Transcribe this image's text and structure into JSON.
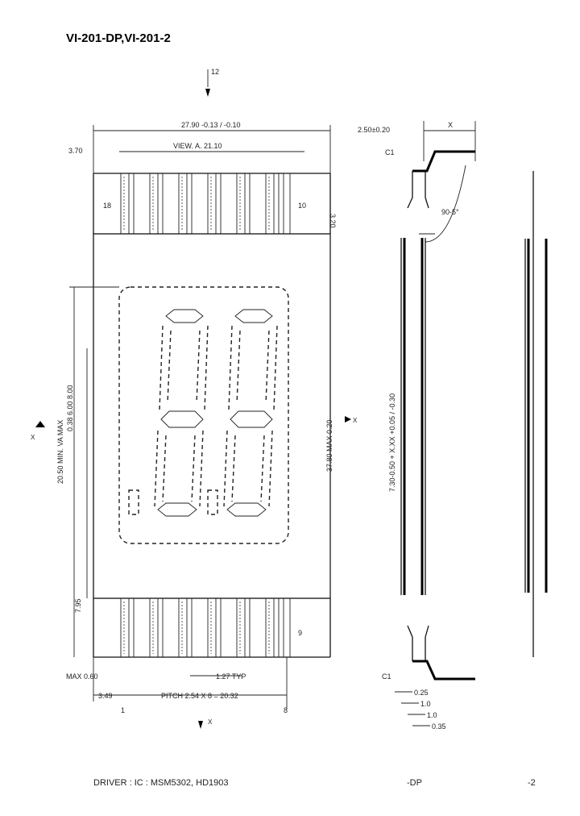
{
  "title": "VI-201-DP,VI-201-2",
  "top_dims": {
    "overall_width": "27.90 -0.13 / -0.10",
    "va_width": "VIEW. A. 21.10",
    "left_offset": "3.70"
  },
  "pin_labels": {
    "top_left": "18",
    "top_right": "10",
    "bottom_right": "9",
    "top_right_dim": "3.20"
  },
  "vertical_dims": {
    "va_height": "20.50  MIN. VA  MAX",
    "va_tol": "0.38  6.00  8.00",
    "overall_height": "37.80 MAX 0.20",
    "bottom_height": "7.95",
    "thickness": "7.30-0.50  +  X.XX +0.05 / -0.30"
  },
  "bottom_dims": {
    "max_dim": "MAX 0.60",
    "pin_width": "1.27 TYP",
    "pitch_dim": "PITCH 2.54 X 8 = 20.32",
    "left_pin": "3.49",
    "pin1": "1",
    "pin8": "8"
  },
  "side_dims": {
    "lead_thick": "2.50±0.20",
    "lead_x": "X",
    "angle": "90-5°",
    "bottom_a": "0.25",
    "bottom_b": "1.0",
    "bottom_c": "1.0",
    "bottom_d": "0.35",
    "c1_top": "C1",
    "c1_bottom": "C1"
  },
  "arrows": {
    "top": "12",
    "left": "X",
    "right": "X",
    "bottom": "X"
  },
  "footer": {
    "driver": "DRIVER : IC : MSM5302, HD1903",
    "dp": "-DP",
    "suffix": "-2"
  }
}
